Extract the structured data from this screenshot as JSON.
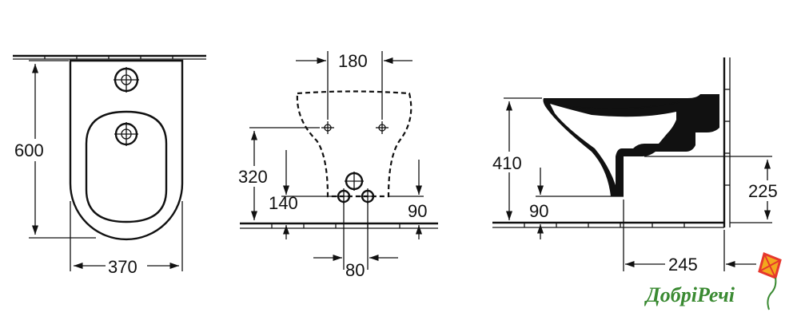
{
  "front_view": {
    "height_label": "600",
    "width_label": "370"
  },
  "rear_view": {
    "top_spacing_label": "180",
    "fixing_height_label": "320",
    "supply_height_label": "140",
    "waste_height_label": "90",
    "supply_spacing_label": "80"
  },
  "side_view": {
    "rim_height_label": "410",
    "floor_offset_label": "90",
    "waste_height_label": "225",
    "depth_label": "245"
  },
  "logo": {
    "text": "ДобріРечі",
    "brand_color": "#3a8a32",
    "accent_colors": [
      "#e6372d",
      "#f2a81d",
      "#3a8a32"
    ]
  }
}
